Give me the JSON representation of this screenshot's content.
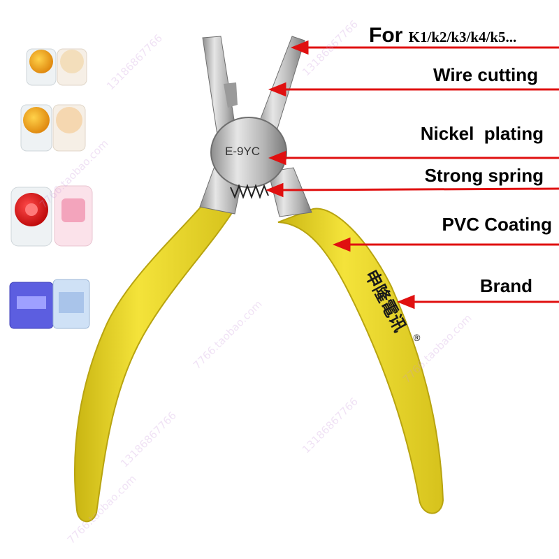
{
  "labels": {
    "for_prefix": "For",
    "for_models": "K1/k2/k3/k4/k5...",
    "wire_cutting": "Wire cutting",
    "nickel_plating": "Nickel  plating",
    "strong_spring": "Strong spring",
    "pvc_coating": "PVC Coating",
    "brand": "Brand"
  },
  "tool": {
    "model_stamp": "E-9YC",
    "handle_brand": "申隆電讯",
    "registered_mark": "®"
  },
  "watermarks": [
    "13186867766",
    "7766.taobao.com"
  ],
  "colors": {
    "arrow": "#e01010",
    "handle": "#f2e030",
    "metal": "#c8c8c8"
  }
}
